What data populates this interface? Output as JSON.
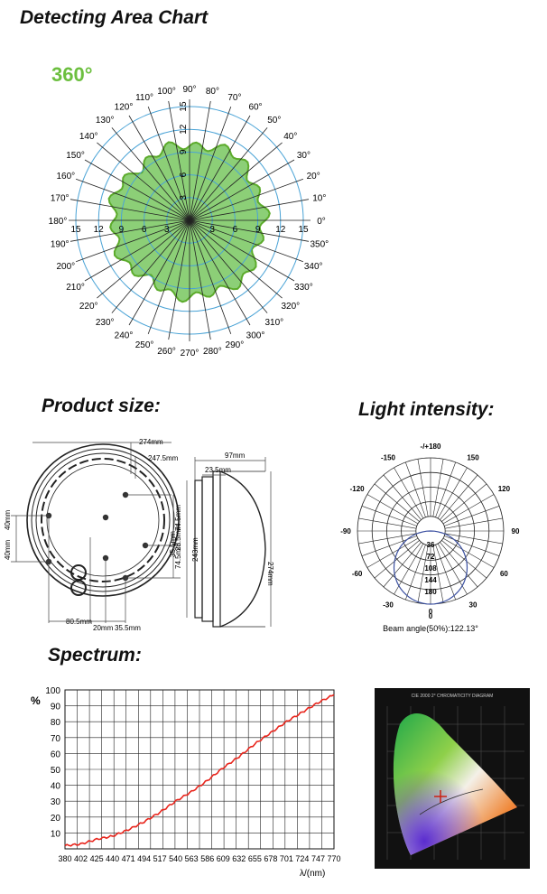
{
  "headings": {
    "detecting": "Detecting Area Chart",
    "product_size": "Product size:",
    "light_intensity": "Light intensity:",
    "spectrum": "Spectrum:"
  },
  "colors": {
    "green_label": "#6cbf3f",
    "area_fill": "#8ccf77",
    "area_stroke": "#5cab2b",
    "ring": "#4aa3d6",
    "spectrum_line": "#e8251c",
    "intensity_curve": "#3a4fa0"
  },
  "chart_data": [
    {
      "type": "polar-area",
      "label_360": "360°",
      "angle_labels": [
        "0°",
        "10°",
        "20°",
        "30°",
        "40°",
        "50°",
        "60°",
        "70°",
        "80°",
        "90°",
        "100°",
        "110°",
        "120°",
        "130°",
        "140°",
        "150°",
        "160°",
        "170°",
        "180°",
        "190°",
        "200°",
        "210°",
        "220°",
        "230°",
        "240°",
        "250°",
        "260°",
        "270°",
        "280°",
        "290°",
        "300°",
        "310°",
        "320°",
        "330°",
        "340°",
        "350°"
      ],
      "radial_ticks": [
        3,
        6,
        9,
        12,
        15
      ],
      "radial_tick_labels": [
        "3",
        "6",
        "9",
        "12",
        "15"
      ],
      "rmax": 15,
      "coverage_radius_approx": 10
    },
    {
      "type": "polar-intensity",
      "angle_labels": [
        "-/+180",
        "150",
        "120",
        "90",
        "60",
        "30",
        "0",
        "-30",
        "-60",
        "-90",
        "-120",
        "-150"
      ],
      "intensity_ticks": [
        "36",
        "72",
        "108",
        "144",
        "180"
      ],
      "center_label": "0",
      "beam_angle_text": "Beam angle(50%):122.13°",
      "beam_angle_deg": 122.13
    },
    {
      "type": "line",
      "title": "",
      "ylabel": "%",
      "xlabel": "λ/(nm)",
      "y_ticks": [
        10,
        20,
        30,
        40,
        50,
        60,
        70,
        80,
        90,
        100
      ],
      "x_ticks": [
        "380",
        "402",
        "425",
        "440",
        "471",
        "494",
        "517",
        "540",
        "563",
        "586",
        "609",
        "632",
        "655",
        "678",
        "701",
        "724",
        "747",
        "770"
      ],
      "xlim": [
        380,
        770
      ],
      "ylim": [
        0,
        100
      ],
      "x": [
        380,
        402,
        425,
        440,
        471,
        494,
        517,
        540,
        563,
        586,
        609,
        632,
        655,
        678,
        701,
        724,
        747,
        770
      ],
      "y": [
        2,
        3,
        6,
        8,
        12,
        17,
        23,
        30,
        36,
        43,
        51,
        58,
        66,
        73,
        80,
        86,
        92,
        97
      ]
    }
  ],
  "dimensions": {
    "d274_top": "274mm",
    "d247": "247.5mm",
    "d40_a": "40mm",
    "d40_b": "40mm",
    "d74_a": "74.5mm",
    "d74_b": "74.5mm",
    "d35_v": "35.5mm",
    "d23_v": "23.5mm",
    "d80": "80.5mm",
    "d20": "20mm",
    "d35_h": "35.5mm",
    "d97": "97mm",
    "d23_side": "23.5mm",
    "d243": "243mm",
    "d274_side": "274mm"
  },
  "cie_title": "CIE 2000 2° CHROMATICITY DIAGRAM"
}
